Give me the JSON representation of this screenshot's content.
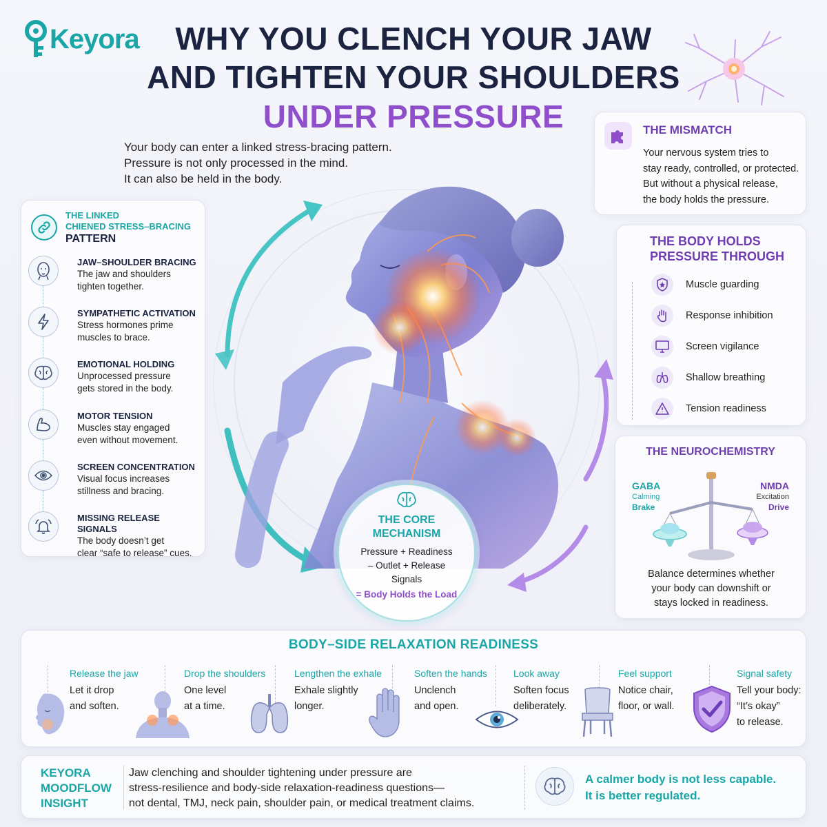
{
  "brand": {
    "name": "Keyora"
  },
  "title": {
    "line1": "WHY YOU CLENCH YOUR JAW",
    "line2": "AND TIGHTEN YOUR SHOULDERS",
    "line3": "UNDER PRESSURE"
  },
  "intro": [
    "Your body can enter a linked stress-bracing pattern.",
    "Pressure is not only processed in the mind.",
    "It can also be held in the body."
  ],
  "left_panel": {
    "heading_line1": "THE LINKED",
    "heading_line2": "CHIENED STRESS–BRACING",
    "heading_line3": "PATTERN",
    "items": [
      {
        "title": "JAW–SHOULDER BRACING",
        "desc1": "The jaw and shoulders",
        "desc2": "tighten together.",
        "icon": "head-icon"
      },
      {
        "title": "SYMPATHETIC ACTIVATION",
        "desc1": "Stress hormones prime",
        "desc2": "muscles to brace.",
        "icon": "lightning-icon"
      },
      {
        "title": "EMOTIONAL HOLDING",
        "desc1": "Unprocessed pressure",
        "desc2": "gets stored in the body.",
        "icon": "brain-icon"
      },
      {
        "title": "MOTOR TENSION",
        "desc1": "Muscles stay engaged",
        "desc2": "even without movement.",
        "icon": "arm-icon"
      },
      {
        "title": "SCREEN CONCENTRATION",
        "desc1": "Visual focus increases",
        "desc2": "stillness and bracing.",
        "icon": "eye-icon"
      },
      {
        "title": "MISSING RELEASE SIGNALS",
        "desc1": "The body doesn’t get",
        "desc2": "clear “safe to release” cues.",
        "icon": "bell-icon"
      }
    ]
  },
  "mismatch": {
    "title": "THE MISMATCH",
    "lines": [
      "Your nervous system tries to",
      "stay ready, controlled, or protected.",
      "But without a physical release,",
      "the body holds the pressure."
    ]
  },
  "body_holds": {
    "title_line1": "THE BODY HOLDS",
    "title_line2": "PRESSURE THROUGH",
    "items": [
      {
        "label": "Muscle guarding",
        "icon": "shield-icon"
      },
      {
        "label": "Response inhibition",
        "icon": "hand-icon"
      },
      {
        "label": "Screen vigilance",
        "icon": "monitor-icon"
      },
      {
        "label": "Shallow breathing",
        "icon": "lungs-icon"
      },
      {
        "label": "Tension readiness",
        "icon": "warning-icon"
      }
    ]
  },
  "neurochemistry": {
    "title": "THE NEUROCHEMISTRY",
    "left_name": "GABA",
    "left_sub": "Calming",
    "left_word": "Brake",
    "right_name": "NMDA",
    "right_sub": "Excitation",
    "right_word": "Drive",
    "lines": [
      "Balance determines whether",
      "your body can downshift or",
      "stays locked in readiness."
    ]
  },
  "core": {
    "title_line1": "THE CORE",
    "title_line2": "MECHANISM",
    "line1": "Pressure + Readiness",
    "line2": "– Outlet + Release",
    "line3": "Signals",
    "result": "= Body Holds the Load"
  },
  "relaxation": {
    "title": "BODY–SIDE RELAXATION READINESS",
    "items": [
      {
        "title": "Release the jaw",
        "l1": "Let it drop",
        "l2": "and soften.",
        "icon": "face-icon"
      },
      {
        "title": "Drop the shoulders",
        "l1": "One level",
        "l2": "at a time.",
        "icon": "shoulders-icon"
      },
      {
        "title": "Lengthen the exhale",
        "l1": "Exhale slightly",
        "l2": "longer.",
        "icon": "lungs-icon"
      },
      {
        "title": "Soften the hands",
        "l1": "Unclench",
        "l2": "and open.",
        "icon": "open-hand-icon"
      },
      {
        "title": "Look away",
        "l1": "Soften focus",
        "l2": "deliberately.",
        "icon": "eye-icon"
      },
      {
        "title": "Feel support",
        "l1": "Notice chair,",
        "l2": "floor, or wall.",
        "icon": "chair-icon"
      },
      {
        "title": "Signal safety",
        "l1": "Tell your body:",
        "l2": "“It’s okay”",
        "l3": "to release.",
        "icon": "shield-check-icon"
      }
    ]
  },
  "footer": {
    "label_line1": "KEYORA",
    "label_line2": "MOODFLOW",
    "label_line3": "INSIGHT",
    "text_line1": "Jaw clenching and shoulder tightening under pressure are",
    "text_line2": "stress-resilience and body-side relaxation-readiness questions—",
    "text_line3": "not dental, TMJ, neck pain, shoulder pain, or medical treatment claims.",
    "quote_line1": "A calmer body is not less capable.",
    "quote_line2": "It is better regulated."
  },
  "colors": {
    "teal": "#1aa6a6",
    "purple": "#8f4fcb",
    "navy": "#1b2340"
  }
}
